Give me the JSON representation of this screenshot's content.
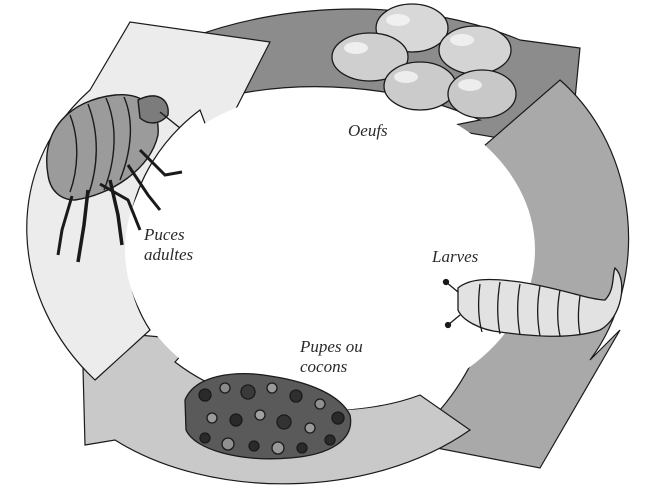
{
  "diagram": {
    "stages": [
      {
        "id": "eggs",
        "label_lines": [
          "Oeufs"
        ]
      },
      {
        "id": "larvae",
        "label_lines": [
          "Larves"
        ]
      },
      {
        "id": "pupae",
        "label_lines": [
          "Pupes ou",
          "cocons"
        ]
      },
      {
        "id": "adults",
        "label_lines": [
          "Puces",
          "adultes"
        ]
      }
    ],
    "colors": {
      "arrow_dark": "#8c8c8c",
      "arrow_mid": "#a9a9a9",
      "arrow_light": "#c9c9c9",
      "arrow_pale": "#ececec",
      "outline": "#1a1a1a"
    },
    "icons": [
      "flea-icon",
      "eggs-icon",
      "larva-icon",
      "cocoon-icon"
    ]
  }
}
